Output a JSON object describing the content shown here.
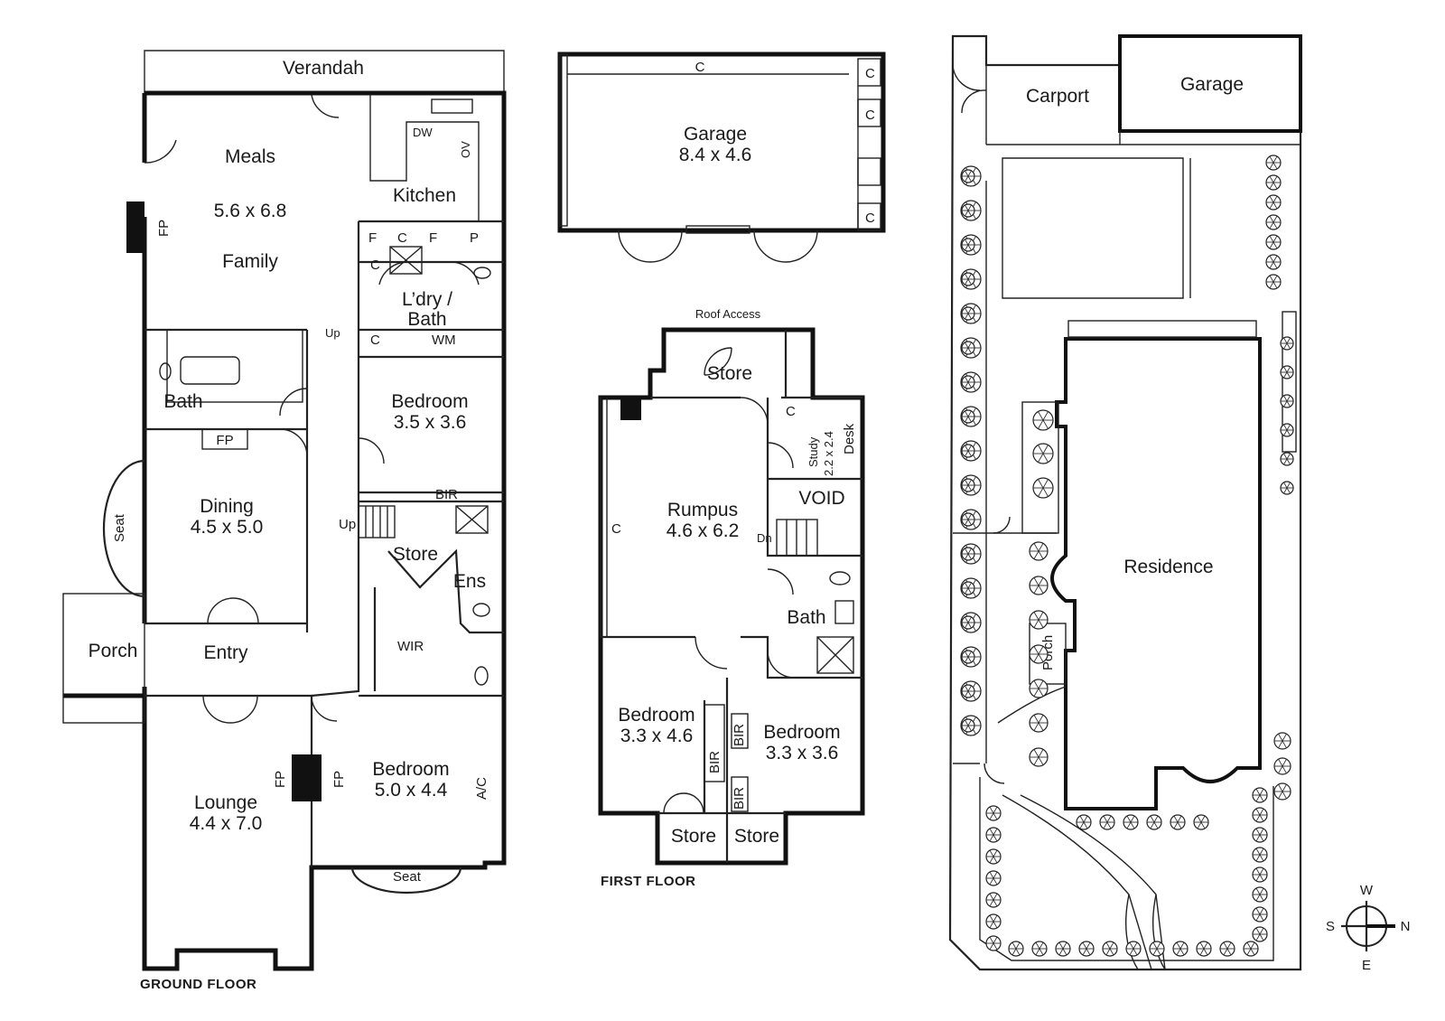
{
  "ground_floor": {
    "caption": "GROUND FLOOR",
    "verandah": "Verandah",
    "meals": "Meals",
    "meals_dim": "5.6 x 6.8",
    "family": "Family",
    "kitchen": "Kitchen",
    "dw": "DW",
    "ov": "OV",
    "fp": "FP",
    "f": "F",
    "c": "C",
    "p": "P",
    "laundry": "L’dry /",
    "laundry_2": "Bath",
    "wm": "WM",
    "up": "Up",
    "bath": "Bath",
    "bedroom": "Bedroom",
    "bedroom1_dim": "3.5 x 3.6",
    "bir": "BIR",
    "dining": "Dining",
    "dining_dim": "4.5 x 5.0",
    "seat": "Seat",
    "store": "Store",
    "ens": "Ens",
    "wir": "WIR",
    "porch": "Porch",
    "entry": "Entry",
    "lounge": "Lounge",
    "lounge_dim": "4.4 x 7.0",
    "bedroom2_dim": "5.0 x 4.4",
    "ac": "A/C"
  },
  "garage_plan": {
    "garage": "Garage",
    "garage_dim": "8.4 x 4.6",
    "c": "C"
  },
  "first_floor": {
    "caption": "FIRST FLOOR",
    "roof_access": "Roof Access",
    "store": "Store",
    "c": "C",
    "study": "Study",
    "study_dim": "2.2 x 2.4",
    "desk": "Desk",
    "rumpus": "Rumpus",
    "rumpus_dim": "4.6 x 6.2",
    "void": "VOID",
    "dn": "Dn",
    "bath": "Bath",
    "bedroom": "Bedroom",
    "bedroom1_dim": "3.3 x 4.6",
    "bedroom2_dim": "3.3 x 3.6",
    "bir": "BIR"
  },
  "site_plan": {
    "carport": "Carport",
    "garage": "Garage",
    "residence": "Residence",
    "porch": "Porch",
    "compass": {
      "w": "W",
      "s": "S",
      "n": "N",
      "e": "E"
    }
  }
}
